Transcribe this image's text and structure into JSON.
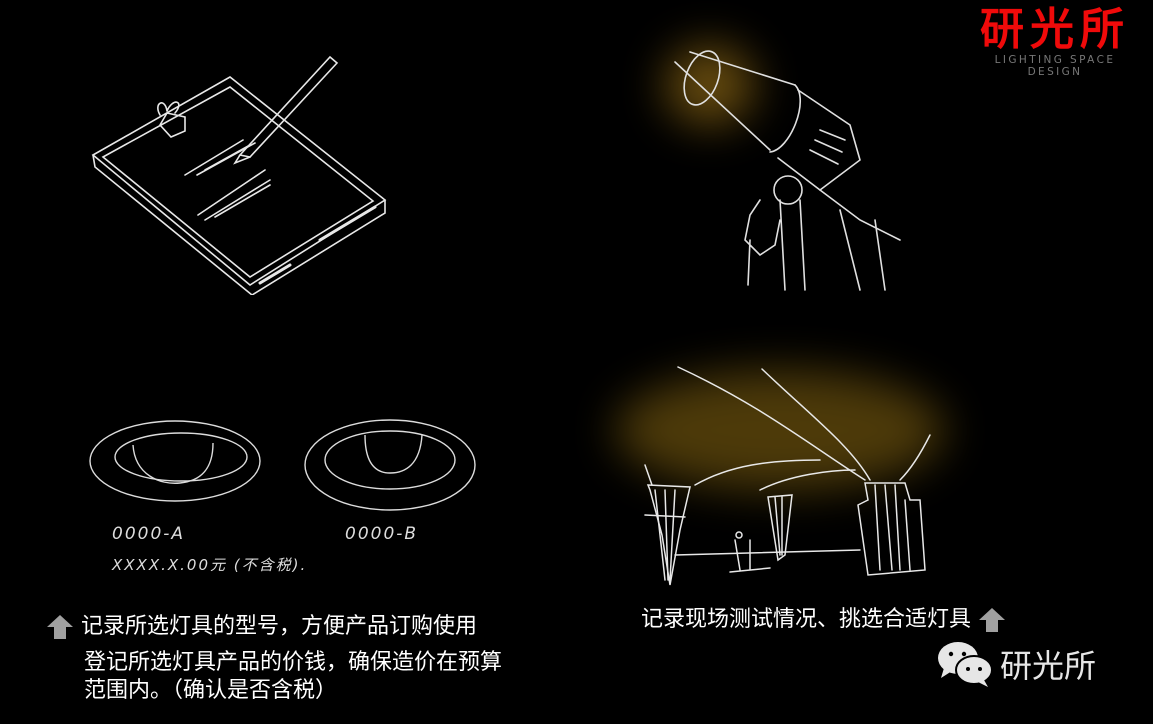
{
  "logo": {
    "main": "研光所",
    "sub": "LIGHTING SPACE DESIGN",
    "color": "#f00a0a"
  },
  "sketches": {
    "notepad": {
      "icon": "notepad-pen-sketch-icon"
    },
    "lamp": {
      "icon": "hand-spotlight-sketch-icon"
    },
    "fixtures": {
      "icon": "fixture-ellipses-sketch-icon",
      "label_a": "0000-A",
      "label_b": "0000-B",
      "price": "XXXX.X.00元 (不含税)."
    },
    "scene": {
      "icon": "lighting-scene-sketch-icon"
    }
  },
  "captions": {
    "left": {
      "line1": "记录所选灯具的型号，方便产品订购使用",
      "line2": "登记所选灯具产品的价钱，确保造价在预算",
      "line3": "范围内。（确认是否含税）",
      "icon": "up-arrow-icon"
    },
    "right": {
      "line1": "记录现场测试情况、挑选合适灯具",
      "icon": "up-arrow-icon"
    }
  },
  "watermark": {
    "icon": "wechat-icon",
    "label": "研光所"
  },
  "colors": {
    "background": "#000000",
    "accent_red": "#f00a0a",
    "glow": "#b8871a",
    "arrow": "#a0a0a0",
    "sketch_line": "#e8e8e8"
  }
}
